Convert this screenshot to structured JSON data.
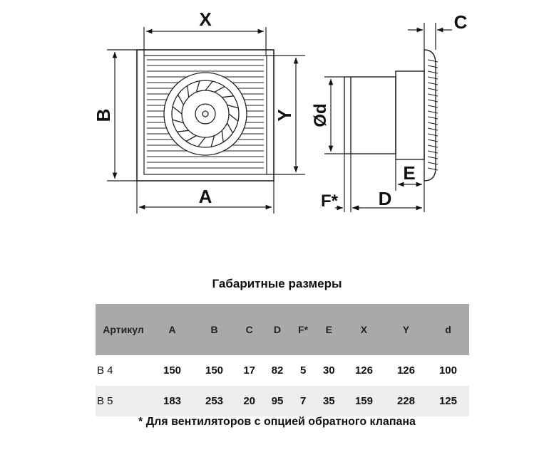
{
  "drawing": {
    "labels": {
      "x": "X",
      "y": "Y",
      "a": "A",
      "b": "B",
      "c": "C",
      "d": "D",
      "e": "E",
      "f": "F*",
      "diameter": "Ød"
    }
  },
  "table": {
    "title": "Габаритные размеры",
    "headers": [
      "Артикул",
      "A",
      "B",
      "C",
      "D",
      "F*",
      "E",
      "X",
      "Y",
      "d"
    ],
    "rows": [
      [
        "B 4",
        "150",
        "150",
        "17",
        "82",
        "5",
        "30",
        "126",
        "126",
        "100"
      ],
      [
        "B 5",
        "183",
        "253",
        "20",
        "95",
        "7",
        "35",
        "159",
        "228",
        "125"
      ]
    ]
  },
  "footnote": "* Для вентиляторов с опцией обратного клапана"
}
